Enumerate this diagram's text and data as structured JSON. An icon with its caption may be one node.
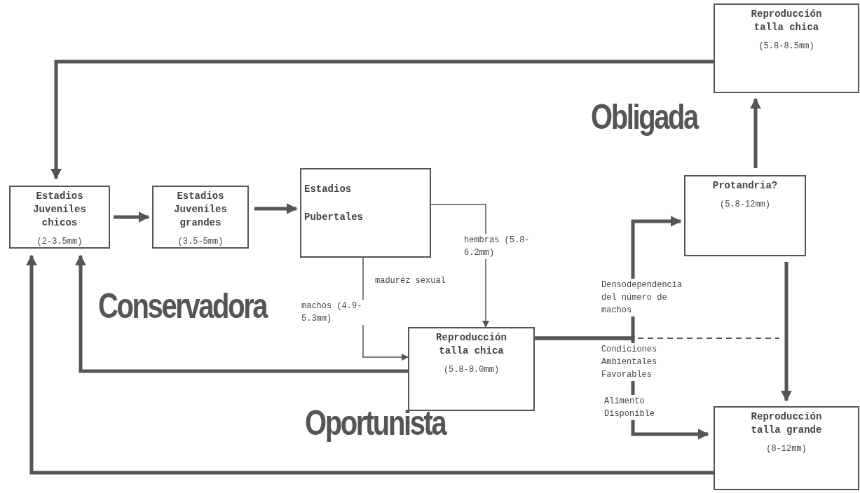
{
  "diagram": {
    "nodes": [
      {
        "text": [
          "Estadios Juveniles chicos",
          "(2-3.5mm)"
        ]
      },
      {
        "text": [
          "Estadios Juveniles grandes",
          "(3.5-5mm)"
        ]
      },
      {
        "text": [
          "Estadios Pubertales"
        ]
      },
      {
        "text": [
          "Reproducción talla chica",
          "(5.8-8.0mm)"
        ]
      },
      {
        "text": [
          "Protandria?",
          "(5.8-12mm)"
        ]
      },
      {
        "text": [
          "Reproducción talla chica",
          "(5.8-8.5mm)"
        ]
      },
      {
        "text": [
          "Reproducción talla grande",
          "(8-12mm)"
        ]
      }
    ],
    "edges": [
      {
        "from": 0,
        "to": 1,
        "arrow": "to"
      },
      {
        "from": 1,
        "to": 2,
        "arrow": "to"
      },
      {
        "from": 2,
        "to": 3,
        "arrow": "to",
        "label": "machos (4.9-5.3mm)"
      },
      {
        "from": 2,
        "to": 3,
        "arrow": "to",
        "label": "hembras (5.8-6.2mm)"
      },
      {
        "from": 3,
        "to": 4,
        "arrow": "to",
        "label": "Densodependencia del número de machos"
      },
      {
        "from": 3,
        "to": 6,
        "arrow": "to",
        "label": "Condiciones Ambientales Favorables"
      },
      {
        "from": 4,
        "to": 6,
        "arrow": "to"
      },
      {
        "from": 4,
        "to": 5,
        "arrow": "to"
      },
      {
        "from": 5,
        "to": 0,
        "arrow": "to"
      },
      {
        "from": 3,
        "to": 0,
        "arrow": "to"
      },
      {
        "from": 6,
        "to": 0,
        "arrow": "to"
      }
    ],
    "labels": [
      "maduréz sexual",
      "Obligada",
      "Conservadora",
      "Oportunista",
      "Alimento Disponible"
    ]
  }
}
